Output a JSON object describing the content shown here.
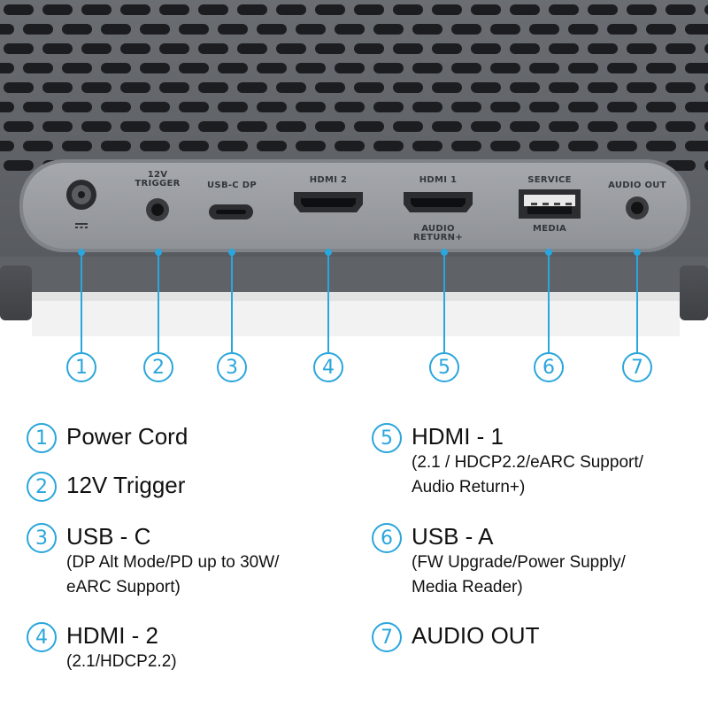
{
  "ports": [
    {
      "label": ""
    },
    {
      "label": "12V\nTRIGGER"
    },
    {
      "label": "USB-C DP"
    },
    {
      "label": "HDMI 2"
    },
    {
      "label": "HDMI 1",
      "sublabel": "AUDIO\nRETURN+"
    },
    {
      "label": "SERVICE",
      "sublabel": "MEDIA"
    },
    {
      "label": "AUDIO OUT"
    }
  ],
  "callouts": [
    "1",
    "2",
    "3",
    "4",
    "5",
    "6",
    "7"
  ],
  "legend": [
    {
      "num": "1",
      "title": "Power Cord",
      "lines": []
    },
    {
      "num": "2",
      "title": "12V Trigger",
      "lines": []
    },
    {
      "num": "3",
      "title": "USB - C",
      "lines": [
        "(DP Alt Mode/PD up to 30W/",
        "eARC Support)"
      ]
    },
    {
      "num": "4",
      "title": "HDMI - 2",
      "lines": [
        "(2.1/HDCP2.2)"
      ]
    },
    {
      "num": "5",
      "title": "HDMI - 1",
      "lines": [
        "(2.1 / HDCP2.2/eARC Support/",
        "Audio Return+)"
      ]
    },
    {
      "num": "6",
      "title": "USB - A",
      "lines": [
        "(FW Upgrade/Power Supply/",
        "Media Reader)"
      ]
    },
    {
      "num": "7",
      "title": "AUDIO OUT",
      "lines": []
    }
  ],
  "colors": {
    "accent": "#2aa6dc",
    "body": "#5b5e63",
    "panel": "#9a9da1"
  }
}
